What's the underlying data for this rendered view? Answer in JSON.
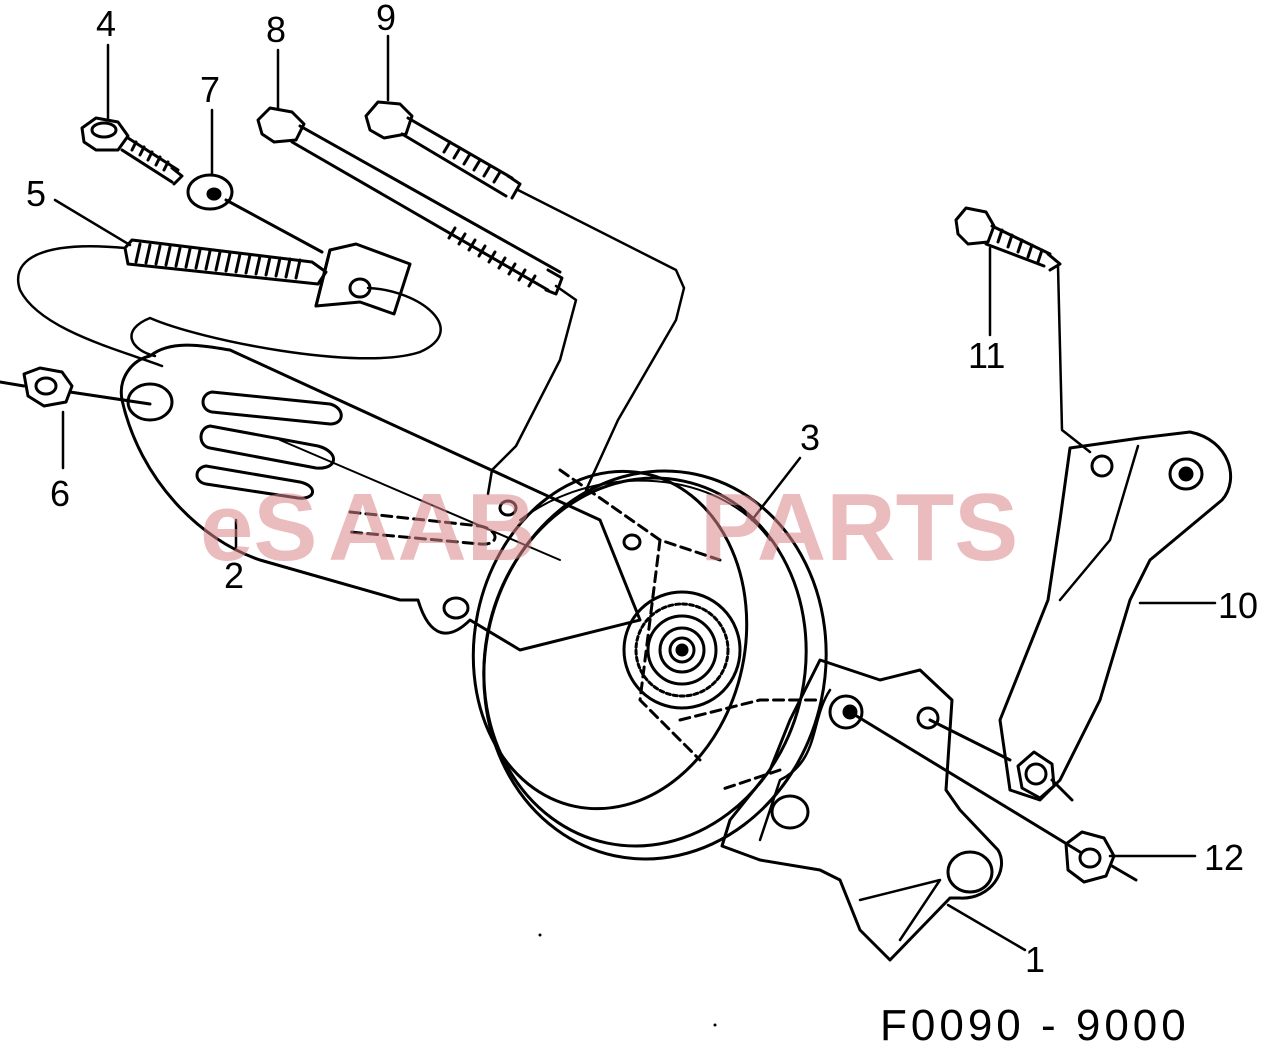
{
  "callouts": {
    "c1": "1",
    "c2": "2",
    "c3": "3",
    "c4": "4",
    "c5": "5",
    "c6": "6",
    "c7": "7",
    "c8": "8",
    "c9": "9",
    "c10": "10",
    "c11": "11",
    "c12": "12"
  },
  "diagram_code": "F0090 - 9000",
  "watermark": {
    "prefix": "eS",
    "middle": "AAB",
    "suffix": "PARTS",
    "color": "#d9868a"
  }
}
